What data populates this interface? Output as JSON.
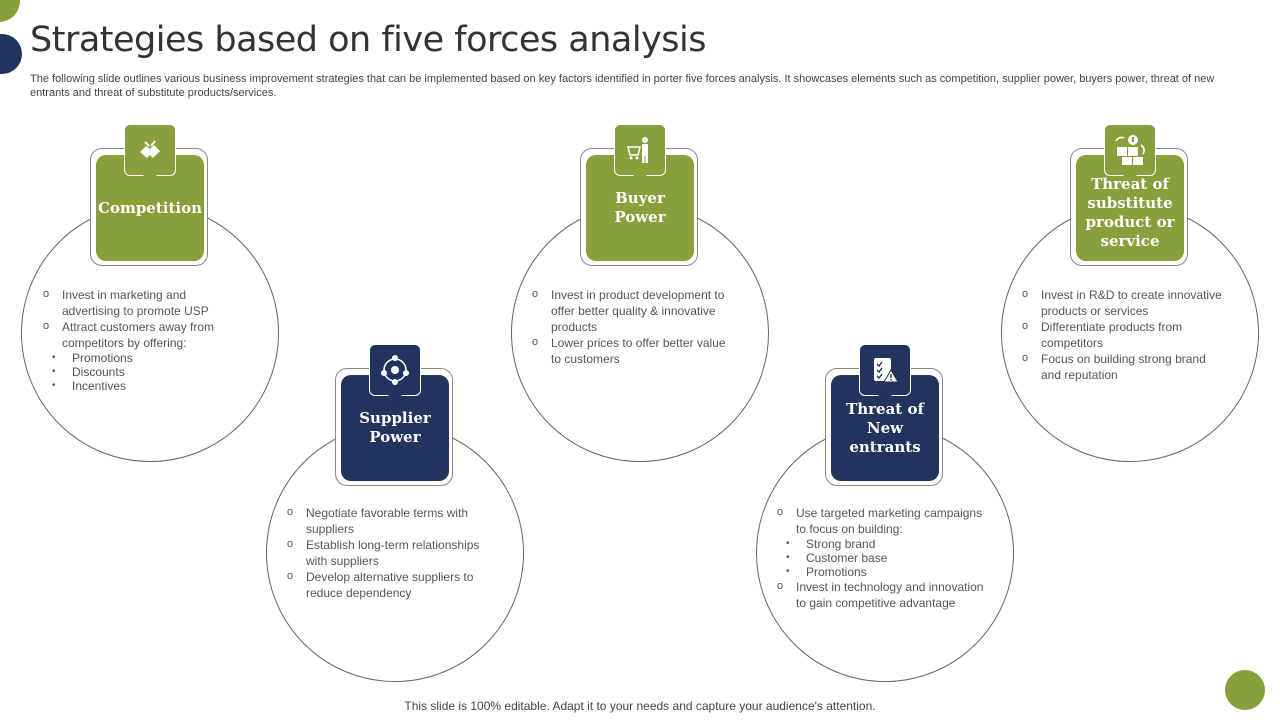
{
  "header": {
    "title": "Strategies based on five forces analysis",
    "subtitle": "The following slide outlines various business improvement strategies that can be implemented based on key factors identified in porter five forces analysis. It showcases elements such as competition, supplier power, buyers power, threat of new entrants and threat of substitute products/services."
  },
  "footer": {
    "text": "This slide is 100% editable. Adapt it to your needs and capture your audience's attention."
  },
  "colors": {
    "green": "#87a03b",
    "navy": "#22335e"
  },
  "forces": [
    {
      "label": "Competition",
      "icon": "handshake-icon",
      "points": [
        {
          "text": "Invest in marketing and advertising to promote USP"
        },
        {
          "text": "Attract customers away from competitors by offering:"
        }
      ],
      "sub": [
        "Promotions",
        "Discounts",
        "Incentives"
      ]
    },
    {
      "label": "Supplier Power",
      "icon": "supplier-network-icon",
      "points": [
        {
          "text": "Negotiate favorable terms with suppliers"
        },
        {
          "text": "Establish long-term relationships with suppliers"
        },
        {
          "text": "Develop alternative suppliers to reduce dependency"
        }
      ]
    },
    {
      "label": "Buyer Power",
      "icon": "shopper-cart-icon",
      "points": [
        {
          "text": "Invest in product development to offer better quality & innovative products"
        },
        {
          "text": "Lower prices to offer better value to customers"
        }
      ]
    },
    {
      "label": "Threat of New entrants",
      "icon": "checklist-warning-icon",
      "points": [
        {
          "text": "Use targeted marketing campaigns to focus on building:"
        }
      ],
      "sub": [
        "Strong brand",
        "Customer base",
        "Promotions"
      ],
      "points_after": [
        {
          "text": "Invest in technology and innovation to gain competitive advantage"
        }
      ]
    },
    {
      "label": "Threat of substitute product or service",
      "icon": "substitute-boxes-icon",
      "points": [
        {
          "text": "Invest in R&D to create innovative products or services"
        },
        {
          "text": "Differentiate products from competitors"
        },
        {
          "text": "Focus on building strong brand and reputation"
        }
      ]
    }
  ]
}
